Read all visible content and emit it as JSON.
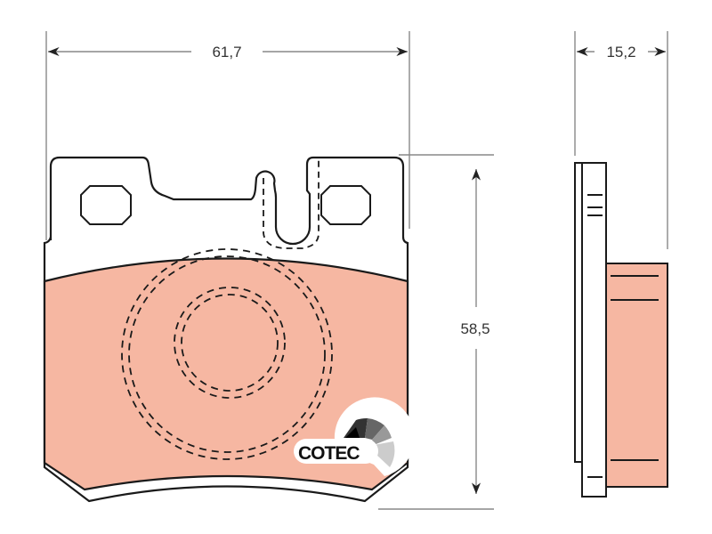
{
  "dimensions": {
    "width": "61,7",
    "height": "58,5",
    "thickness": "15,2"
  },
  "logo": {
    "text": "COTEC"
  },
  "colors": {
    "friction": "#f6b7a2",
    "outline": "#1a1a1a",
    "dimension_line": "#888888"
  }
}
